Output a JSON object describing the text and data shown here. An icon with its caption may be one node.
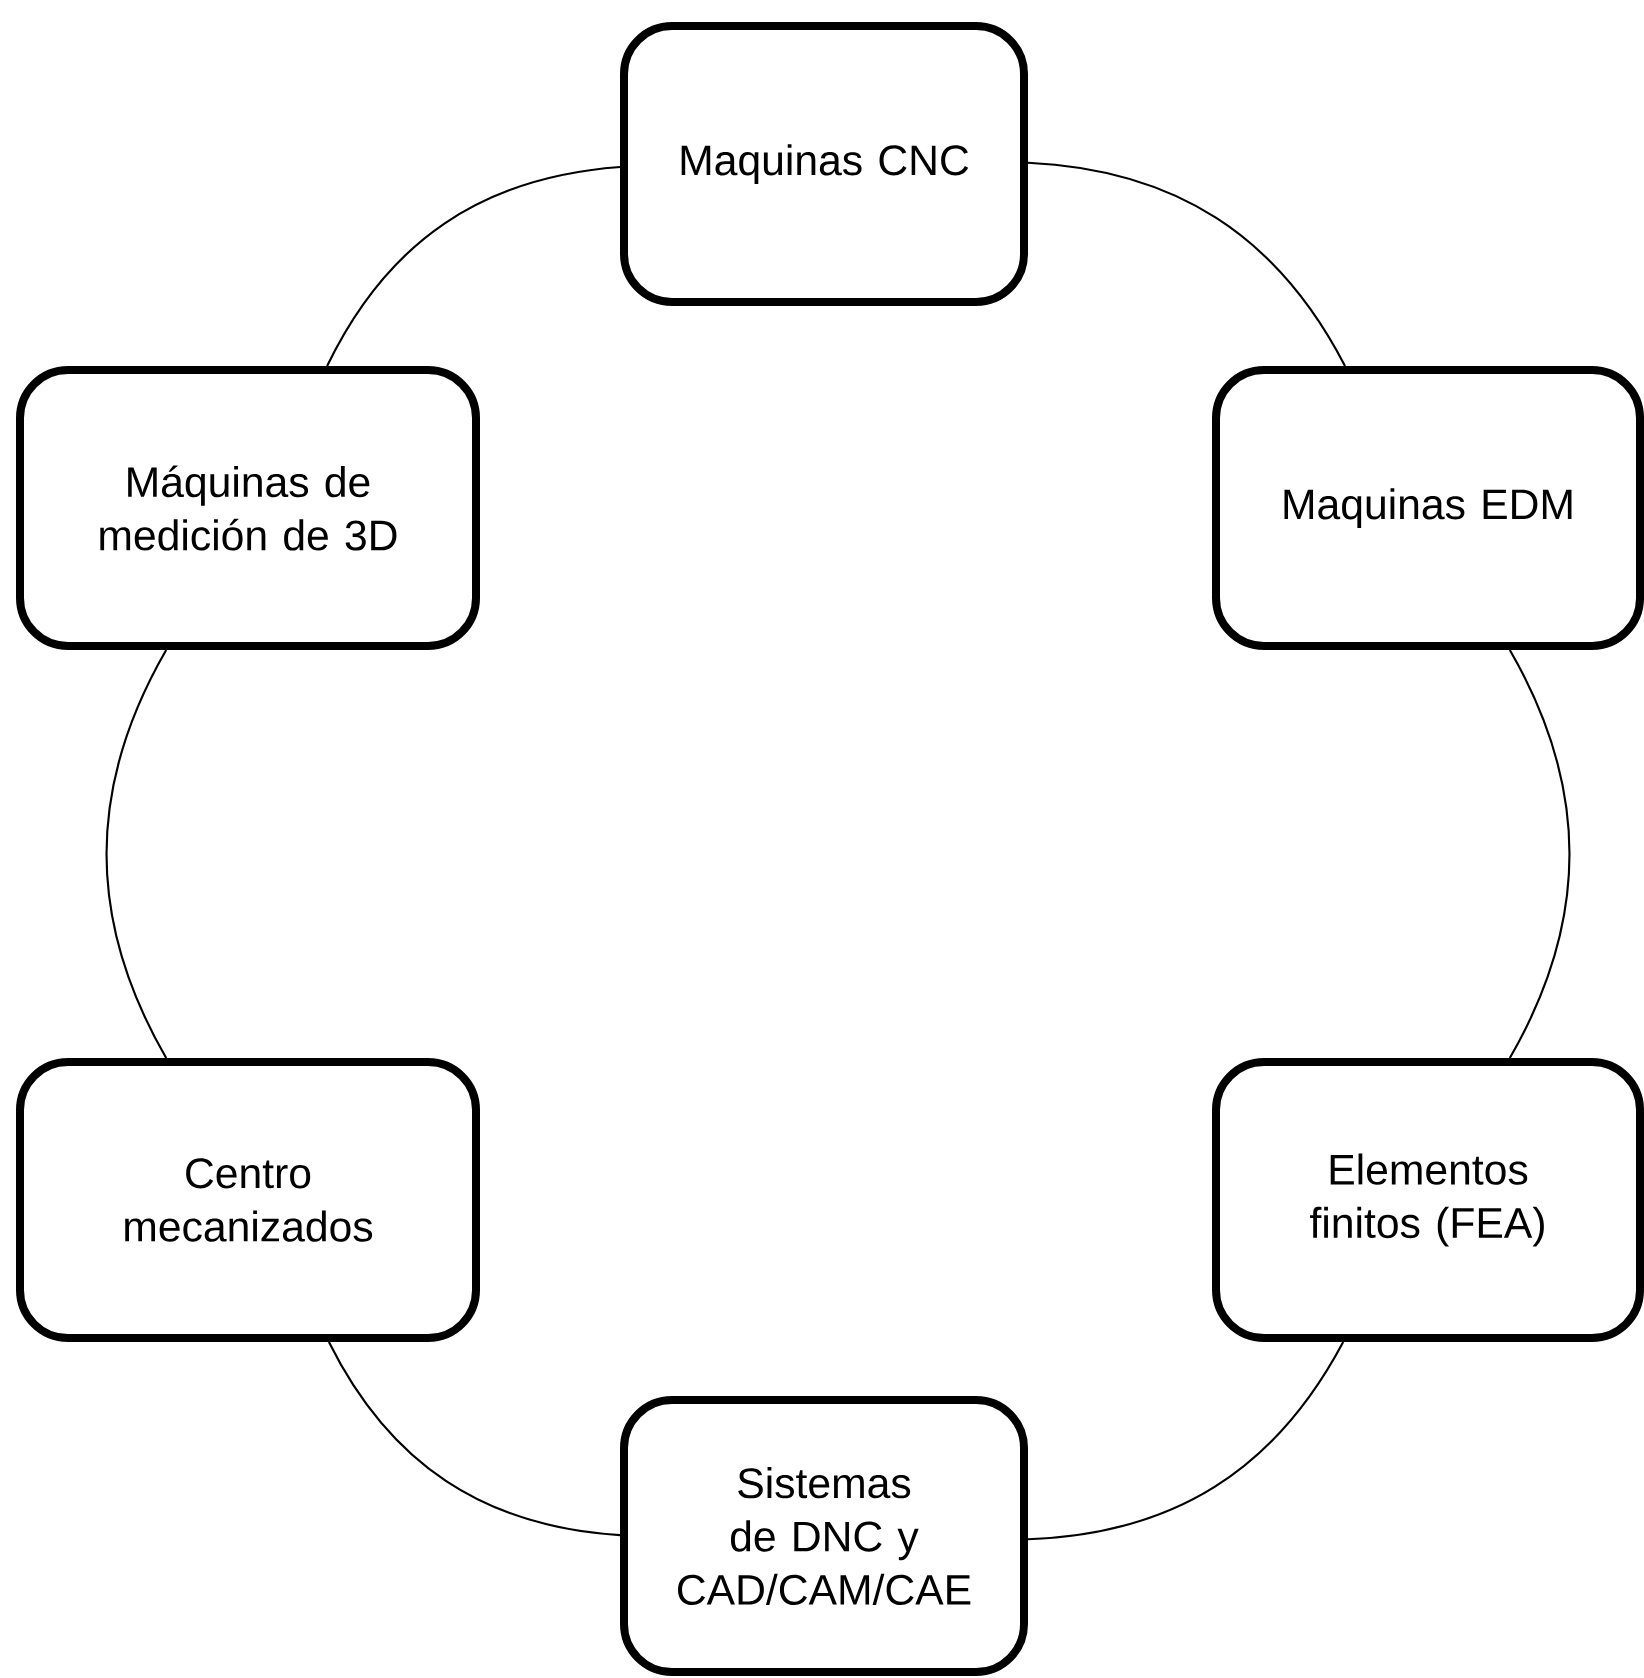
{
  "diagram": {
    "nodes": [
      {
        "text": [
          "Maquinas CNC"
        ]
      },
      {
        "text": [
          "Maquinas EDM"
        ]
      },
      {
        "text": [
          "Elementos finitos (FEA)"
        ]
      },
      {
        "text": [
          "Sistemas de DNC y CAD/CAM/CAE"
        ]
      },
      {
        "text": [
          "Centro mecanizados"
        ]
      },
      {
        "text": [
          "Máquinas de medición de 3D"
        ]
      }
    ],
    "edges": [
      {
        "from": 0,
        "to": 1,
        "arrow": "none"
      },
      {
        "from": 1,
        "to": 2,
        "arrow": "none"
      },
      {
        "from": 2,
        "to": 3,
        "arrow": "none"
      },
      {
        "from": 3,
        "to": 4,
        "arrow": "none"
      },
      {
        "from": 4,
        "to": 5,
        "arrow": "none"
      },
      {
        "from": 5,
        "to": 0,
        "arrow": "none"
      }
    ]
  }
}
